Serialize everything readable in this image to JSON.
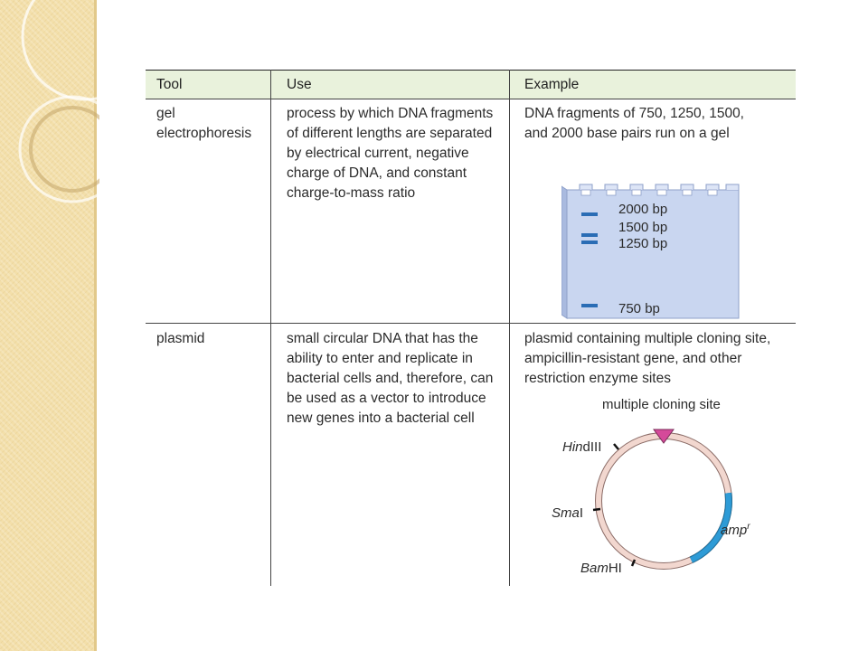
{
  "table": {
    "headers": [
      "Tool",
      "Use",
      "Example"
    ],
    "rows": [
      {
        "tool": "gel\nelectrophoresis",
        "use": "process by which DNA fragments of different lengths are separated by electrical current, negative charge of DNA, and constant charge-to-mass ratio",
        "example": "DNA fragments of 750, 1250, 1500, and 2000 base pairs run on a gel"
      },
      {
        "tool": "plasmid",
        "use": "small circular DNA that has the ability to enter and replicate in bacterial cells and, therefore, can be used as a vector to introduce new genes into a bacterial cell",
        "example": "plasmid containing multiple cloning site, ampicillin-resistant gene, and other restriction enzyme sites"
      }
    ]
  },
  "gel": {
    "bands": [
      "2000 bp",
      "1500 bp",
      "1250 bp",
      "750 bp"
    ]
  },
  "plasmid": {
    "mcs_label": "multiple cloning site",
    "hind_italic": "Hin",
    "hind_rest": "dIII",
    "sma_italic": "Sma",
    "sma_rest": "I",
    "bam_italic": "Bam",
    "bam_rest": "HI",
    "amp_base": "amp",
    "amp_sup": "r"
  },
  "colors": {
    "header_bg": "#e9f2dc",
    "gel_fill": "#c9d6f0",
    "band": "#2a6db5",
    "amp_segment": "#2e9bd6",
    "plasmid_ring": "#f2d7cf",
    "mcs_marker": "#d54a9a"
  }
}
